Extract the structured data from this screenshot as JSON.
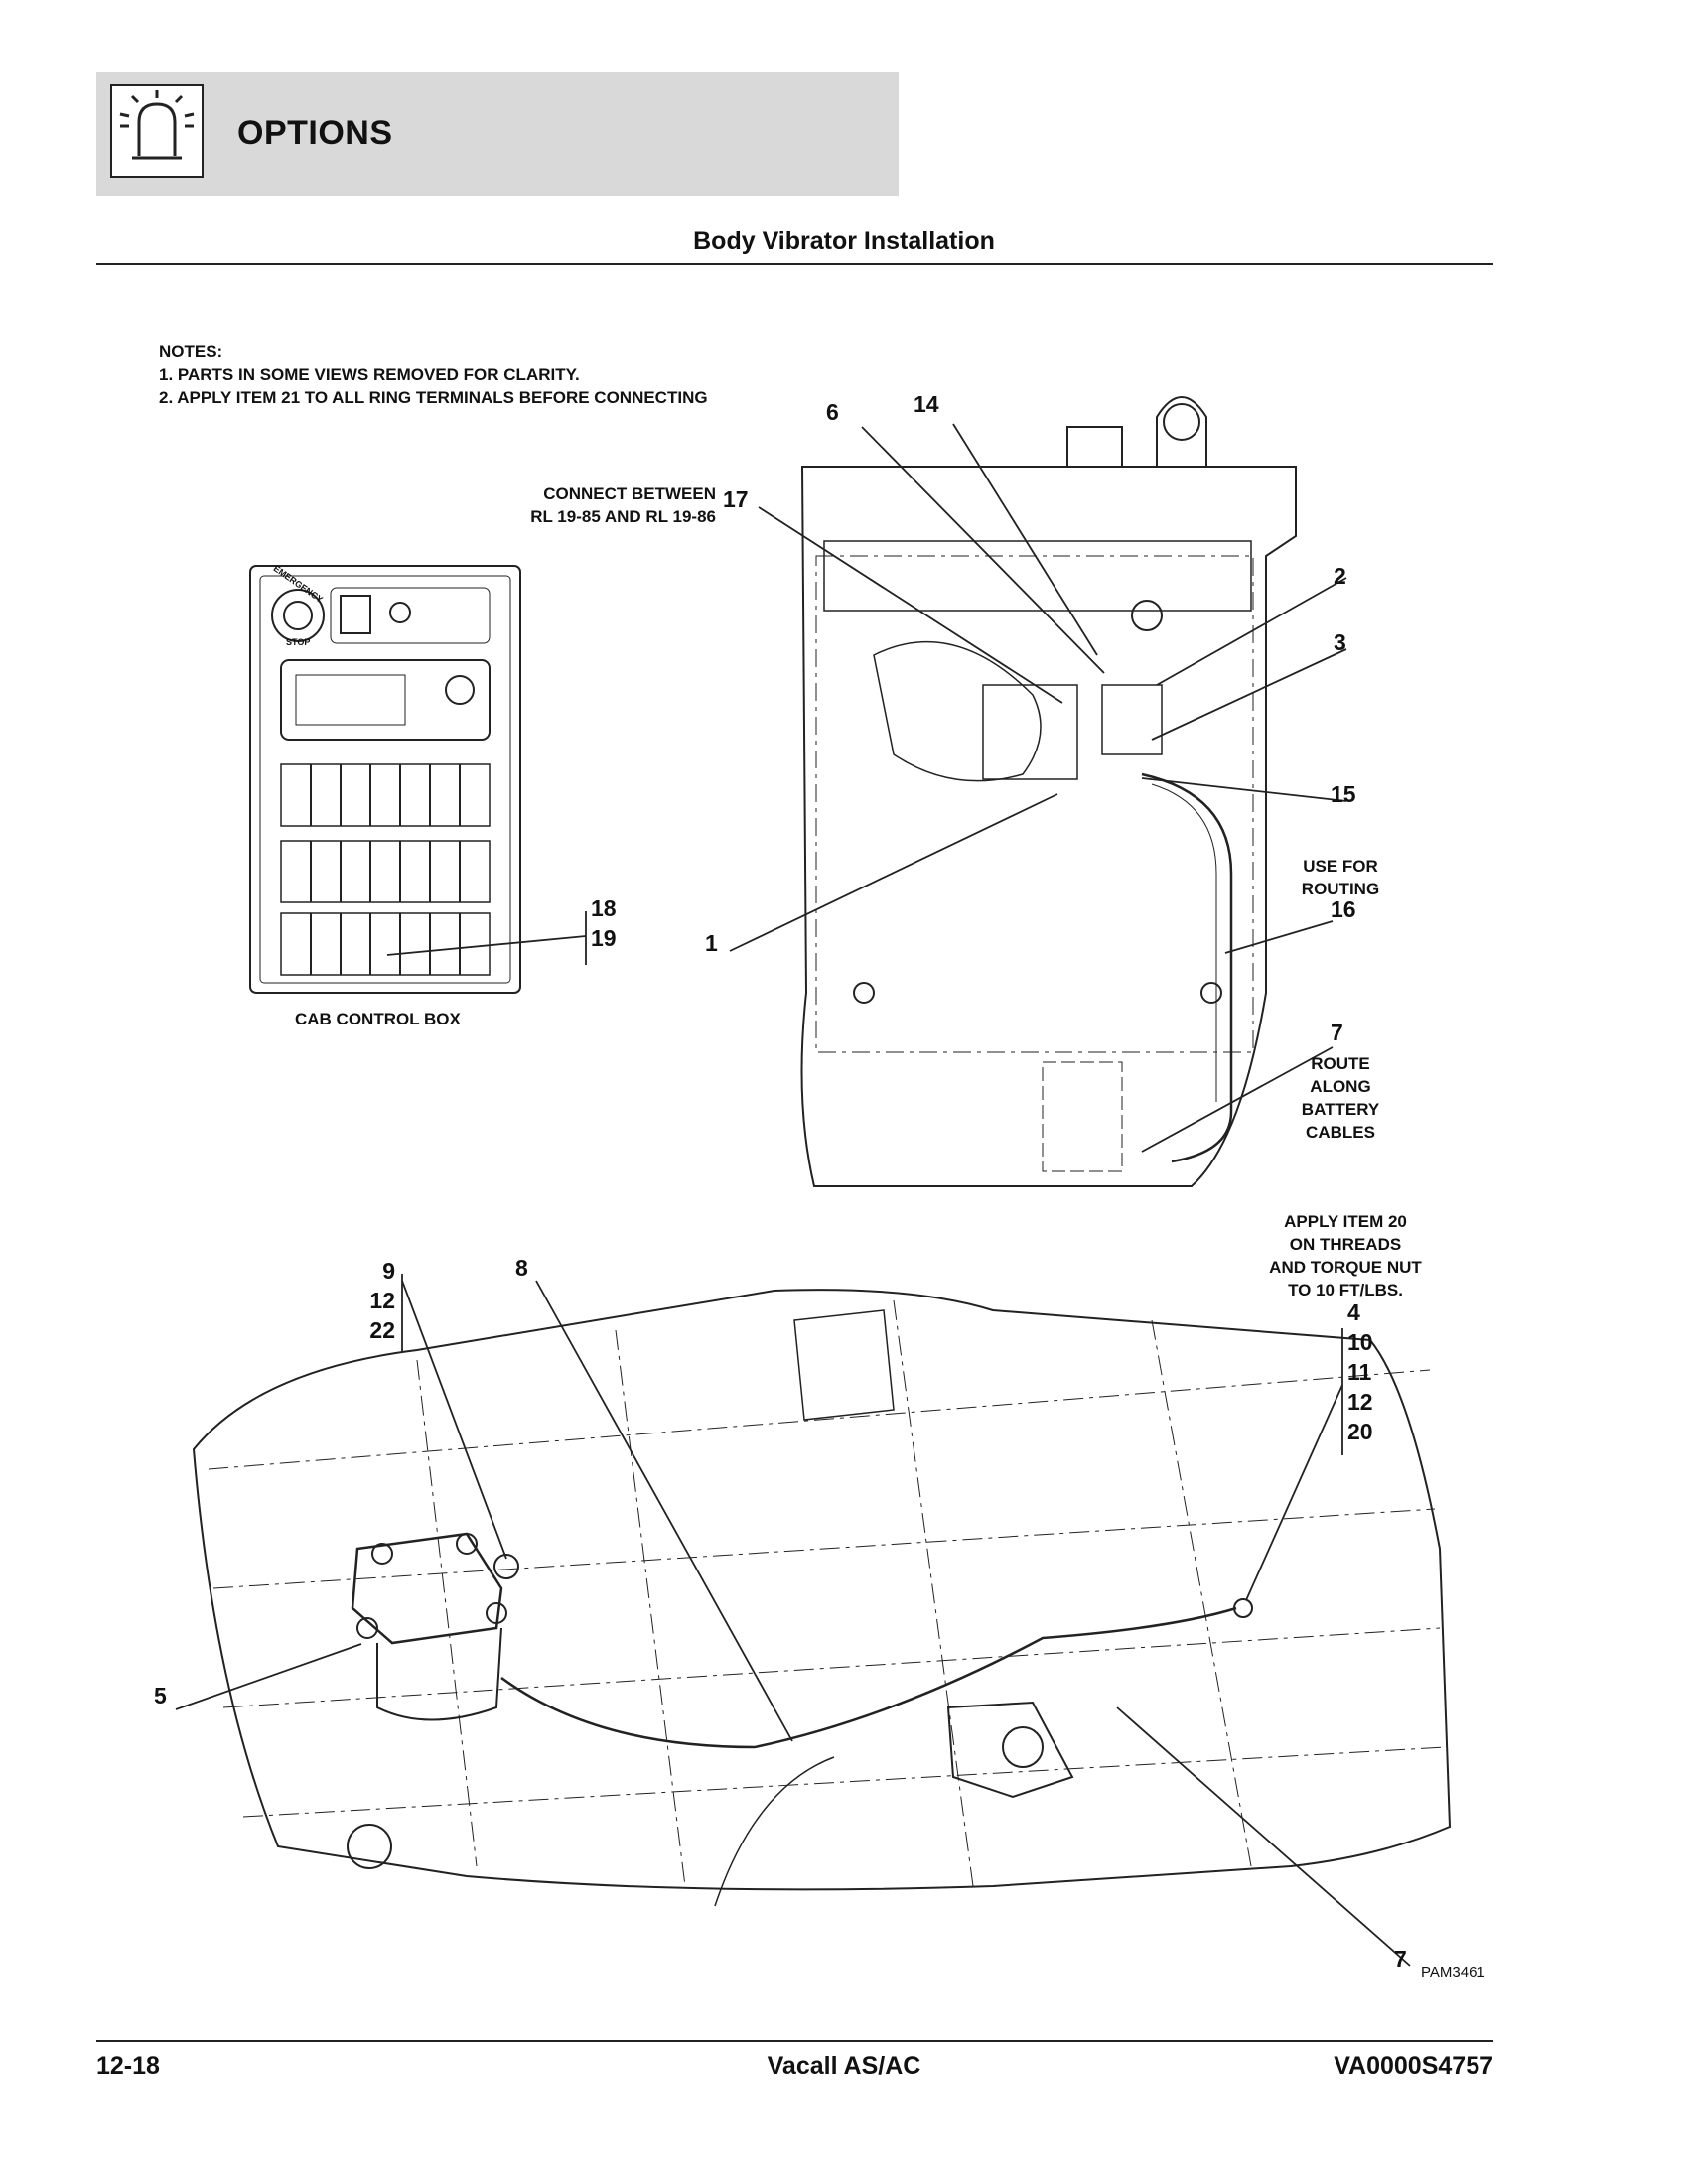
{
  "header": {
    "title": "OPTIONS",
    "icon": "warning-beacon-icon"
  },
  "subtitle": "Body Vibrator Installation",
  "notes": [
    "NOTES:",
    "1. PARTS IN SOME VIEWS REMOVED FOR CLARITY.",
    "2. APPLY ITEM 21 TO ALL RING TERMINALS BEFORE CONNECTING"
  ],
  "callouts": {
    "connect": [
      "CONNECT BETWEEN",
      "RL 19-85 AND RL 19-86"
    ],
    "routing": [
      "USE FOR",
      "ROUTING"
    ],
    "route_along": [
      "ROUTE",
      "ALONG",
      "BATTERY",
      "CABLES"
    ],
    "apply": [
      "APPLY ITEM 20",
      "ON THREADS",
      "AND TORQUE NUT",
      "TO 10 FT/LBS."
    ],
    "cab_box": "CAB CONTROL BOX",
    "panel_stop": [
      "EMERGENCY",
      "STOP"
    ]
  },
  "items": {
    "n6": "6",
    "n14": "14",
    "n17": "17",
    "n2": "2",
    "n3": "3",
    "n15": "15",
    "n16": "16",
    "n1": "1",
    "n7a": "7",
    "n7b": "7",
    "n8": "8",
    "n5": "5",
    "g18": [
      "18",
      "19"
    ],
    "g9": [
      "9",
      "12",
      "22"
    ],
    "g4": [
      "4",
      "10",
      "11",
      "12",
      "20"
    ]
  },
  "drawing_ref": "PAM3461",
  "footer": {
    "page": "12-18",
    "model": "Vacall AS/AC",
    "doc": "VA0000S4757"
  }
}
